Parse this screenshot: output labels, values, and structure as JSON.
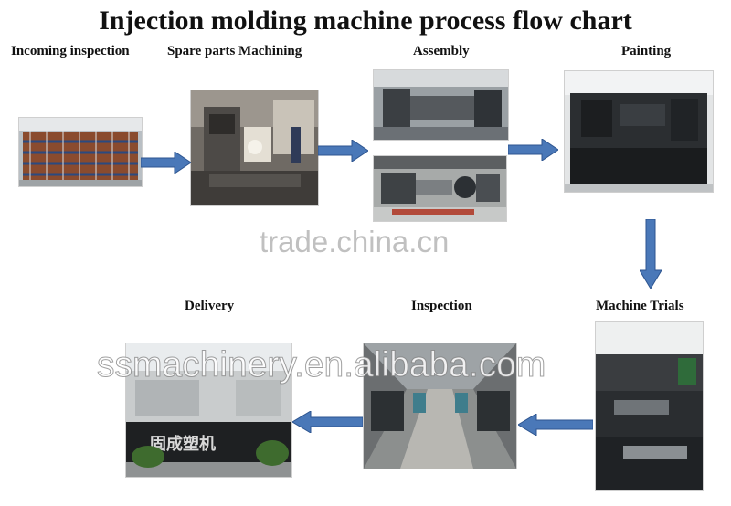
{
  "title": "Injection molding machine process flow chart",
  "steps": {
    "incoming_inspection": "Incoming inspection",
    "spare_parts": "Spare parts Machining",
    "assembly": "Assembly",
    "painting": "Painting",
    "machine_trials": "Machine Trials",
    "inspection": "Inspection",
    "delivery": "Delivery"
  },
  "signage": {
    "factory_sign": "固成塑机"
  },
  "watermarks": {
    "trade": "trade.china.cn",
    "alibaba": "ssmachinery.en.alibaba.com"
  },
  "colors": {
    "arrow_fill": "#4a78b8",
    "arrow_stroke": "#2e5590"
  }
}
